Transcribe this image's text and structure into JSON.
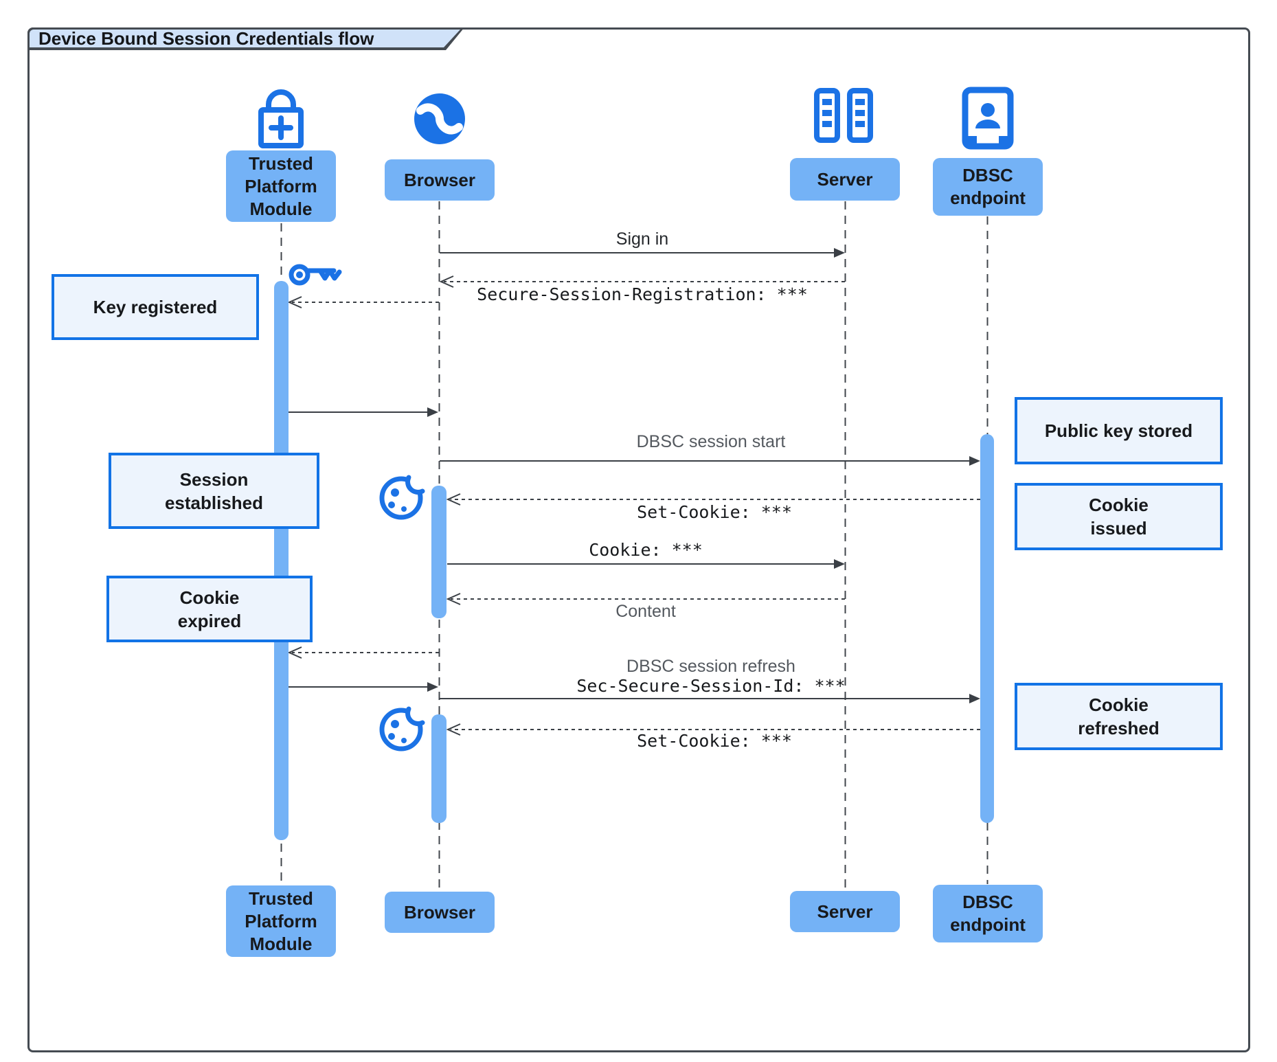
{
  "title": "Device Bound Session Credentials flow",
  "actors": [
    {
      "name": "Trusted Platform Module",
      "lines": [
        "Trusted",
        "Platform",
        "Module"
      ],
      "icon": "lock-plus-icon"
    },
    {
      "name": "Browser",
      "lines": [
        "Browser"
      ],
      "icon": "globe-icon"
    },
    {
      "name": "Server",
      "lines": [
        "Server"
      ],
      "icon": "server-icon"
    },
    {
      "name": "DBSC endpoint",
      "lines": [
        "DBSC",
        "endpoint"
      ],
      "icon": "door-person-icon"
    }
  ],
  "messages": [
    {
      "from": "Browser",
      "to": "Server",
      "label": "Sign in",
      "line": "solid"
    },
    {
      "from": "Server",
      "to": "Browser",
      "label": "Secure-Session-Registration: ***",
      "line": "dashed",
      "text_style": "mono"
    },
    {
      "from": "Browser",
      "to": "Trusted Platform Module",
      "label": "",
      "line": "dashed",
      "icon": "key-icon"
    },
    {
      "from": "Trusted Platform Module",
      "to": "Browser",
      "label": "",
      "line": "solid"
    },
    {
      "from": "Browser",
      "to": "DBSC endpoint",
      "label": "DBSC session start",
      "line": "solid"
    },
    {
      "from": "DBSC endpoint",
      "to": "Browser",
      "label": "Set-Cookie: ***",
      "line": "dashed",
      "text_style": "mono",
      "icon": "cookie-icon"
    },
    {
      "from": "Browser",
      "to": "Server",
      "label": "Cookie: ***",
      "line": "solid",
      "text_style": "mono"
    },
    {
      "from": "Server",
      "to": "Browser",
      "label": "Content",
      "line": "dashed"
    },
    {
      "from": "Browser",
      "to": "Trusted Platform Module",
      "label": "",
      "line": "dashed"
    },
    {
      "from": "Trusted Platform Module",
      "to": "Browser",
      "label": "",
      "line": "solid"
    },
    {
      "from": "Browser",
      "to": "DBSC endpoint",
      "label": "DBSC session refresh",
      "sublabel": "Sec-Secure-Session-Id: ***",
      "line": "solid"
    },
    {
      "from": "DBSC endpoint",
      "to": "Browser",
      "label": "Set-Cookie: ***",
      "line": "dashed",
      "text_style": "mono",
      "icon": "cookie-icon"
    }
  ],
  "notes": [
    {
      "text": "Key registered",
      "lines": [
        "Key registered"
      ],
      "side": "left"
    },
    {
      "text": "Public key stored",
      "lines": [
        "Public key stored"
      ],
      "side": "right"
    },
    {
      "text": "Cookie issued",
      "lines": [
        "Cookie",
        "issued"
      ],
      "side": "right"
    },
    {
      "text": "Session established",
      "lines": [
        "Session",
        "established"
      ],
      "side": "left"
    },
    {
      "text": "Cookie expired",
      "lines": [
        "Cookie",
        "expired"
      ],
      "side": "left"
    },
    {
      "text": "Cookie refreshed",
      "lines": [
        "Cookie",
        "refreshed"
      ],
      "side": "right"
    }
  ],
  "colors": {
    "icon_blue": "#1b72e5",
    "actor_fill": "#74b2f6",
    "note_fill": "#edf4fd",
    "note_border": "#1273e6",
    "tab_fill": "#d0e2f9",
    "frame_border": "#454b52",
    "line": "#3a3f45",
    "message_gray": "#54595f",
    "text_black": "#17191c"
  }
}
